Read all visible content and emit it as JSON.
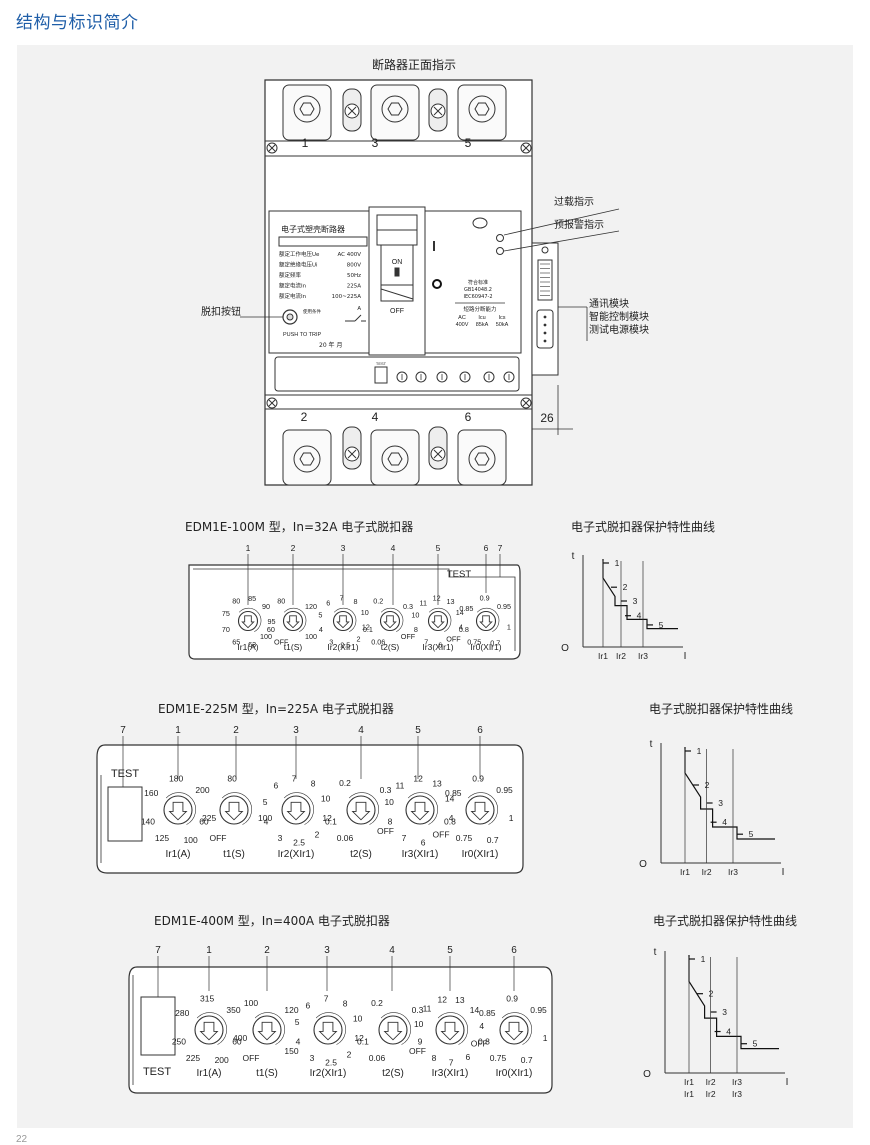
{
  "page": {
    "title": "结构与标识简介",
    "page_number": "22"
  },
  "breaker": {
    "front_title": "断路器正面指示",
    "pole_numbers_top": [
      "1",
      "3",
      "5"
    ],
    "pole_numbers_bottom": [
      "2",
      "4",
      "6"
    ],
    "callouts": {
      "overload": "过载指示",
      "prealarm": "预报警指示",
      "comm": "通讯模块",
      "intelligent": "智能控制模块",
      "test_power": "测试电源模块",
      "trip_button": "脱扣按钮"
    },
    "dimension": "26",
    "nameplate": {
      "title": "电子式塑壳断路器",
      "rows": [
        [
          "额定工作电压Ue",
          "AC  400V"
        ],
        [
          "额定绝缘电压Ui",
          "800V"
        ],
        [
          "额定频率",
          "50Hz"
        ],
        [
          "额定电流In",
          "225A"
        ],
        [
          "额定电流In",
          "100~225A"
        ]
      ],
      "unit_a": "A",
      "push_to_trip": "PUSH TO TRIP",
      "date": "20   年   月",
      "on": "ON",
      "off": "OFF",
      "standard_lines": [
        "符合标准",
        "GB14048.2",
        "IEC60947-2"
      ],
      "breaking": "短路分断能力",
      "breaking_header": [
        "AC",
        "Icu",
        "Ics"
      ],
      "breaking_values": [
        "400V",
        "85kA",
        "50kA"
      ],
      "mini_test": "TEST",
      "use_note": "使用条件"
    }
  },
  "units": [
    {
      "title": "EDM1E-100M 型，In=32A 电子式脱扣器",
      "numbers": [
        "1",
        "2",
        "3",
        "4",
        "5",
        "6",
        "7"
      ],
      "test": "TEST",
      "dials": [
        {
          "name": "Ir1(A)",
          "scale": [
            "70",
            "75",
            "80",
            "85",
            "90",
            "95",
            "100",
            "63",
            "65"
          ]
        },
        {
          "name": "t1(S)",
          "scale": [
            "60",
            "80",
            "120",
            "100",
            "OFF"
          ]
        },
        {
          "name": "Ir2(XIr1)",
          "scale": [
            "4",
            "5",
            "6",
            "7",
            "8",
            "10",
            "12",
            "2",
            "2.5",
            "3"
          ]
        },
        {
          "name": "t2(S)",
          "scale": [
            "0.1",
            "0.2",
            "0.3",
            "OFF",
            "0.06"
          ]
        },
        {
          "name": "Ir3(XIr1)",
          "scale": [
            "8",
            "10",
            "11",
            "12",
            "13",
            "14",
            "4",
            "OFF",
            "6",
            "7"
          ]
        },
        {
          "name": "Ir0(XIr1)",
          "scale": [
            "0.8",
            "0.85",
            "0.9",
            "0.95",
            "1",
            "0.7",
            "0.75"
          ]
        }
      ]
    },
    {
      "title": "EDM1E-225M 型，In=225A 电子式脱扣器",
      "numbers": [
        "7",
        "1",
        "2",
        "3",
        "4",
        "5",
        "6"
      ],
      "test": "TEST",
      "dials": [
        {
          "name": "Ir1(A)",
          "scale": [
            "140",
            "160",
            "180",
            "200",
            "225",
            "100",
            "125"
          ]
        },
        {
          "name": "t1(S)",
          "scale": [
            "60",
            "80",
            "100",
            "OFF"
          ]
        },
        {
          "name": "Ir2(XIr1)",
          "scale": [
            "4",
            "5",
            "6",
            "7",
            "8",
            "10",
            "12",
            "2",
            "2.5",
            "3"
          ]
        },
        {
          "name": "t2(S)",
          "scale": [
            "0.1",
            "0.2",
            "0.3",
            "OFF",
            "0.06"
          ]
        },
        {
          "name": "Ir3(XIr1)",
          "scale": [
            "8",
            "10",
            "11",
            "12",
            "13",
            "14",
            "4",
            "OFF",
            "6",
            "7"
          ]
        },
        {
          "name": "Ir0(XIr1)",
          "scale": [
            "0.8",
            "0.85",
            "0.9",
            "0.95",
            "1",
            "0.7",
            "0.75"
          ]
        }
      ]
    },
    {
      "title": "EDM1E-400M 型，In=400A 电子式脱扣器",
      "numbers": [
        "7",
        "1",
        "2",
        "3",
        "4",
        "5",
        "6"
      ],
      "test": "TEST",
      "dials": [
        {
          "name": "Ir1(A)",
          "scale": [
            "250",
            "280",
            "315",
            "350",
            "400",
            "200",
            "225"
          ]
        },
        {
          "name": "t1(S)",
          "scale": [
            "60",
            "100",
            "120",
            "150",
            "OFF"
          ]
        },
        {
          "name": "Ir2(XIr1)",
          "scale": [
            "4",
            "5",
            "6",
            "7",
            "8",
            "10",
            "12",
            "2",
            "2.5",
            "3"
          ]
        },
        {
          "name": "t2(S)",
          "scale": [
            "0.1",
            "0.2",
            "0.3",
            "OFF",
            "0.06"
          ]
        },
        {
          "name": "Ir3(XIr1)",
          "scale": [
            "9",
            "10",
            "11",
            "12",
            "13",
            "14",
            "4",
            "OFF",
            "6",
            "7",
            "8"
          ]
        },
        {
          "name": "Ir0(XIr1)",
          "scale": [
            "0.8",
            "0.85",
            "0.9",
            "0.95",
            "1",
            "0.7",
            "0.75"
          ]
        }
      ]
    }
  ],
  "curves": {
    "title": "电子式脱扣器保护特性曲线",
    "t": "t",
    "o": "O",
    "i": "I",
    "points": [
      "1",
      "2",
      "3",
      "4",
      "5"
    ],
    "xlabels": [
      "Ir1",
      "Ir2",
      "Ir3"
    ]
  }
}
